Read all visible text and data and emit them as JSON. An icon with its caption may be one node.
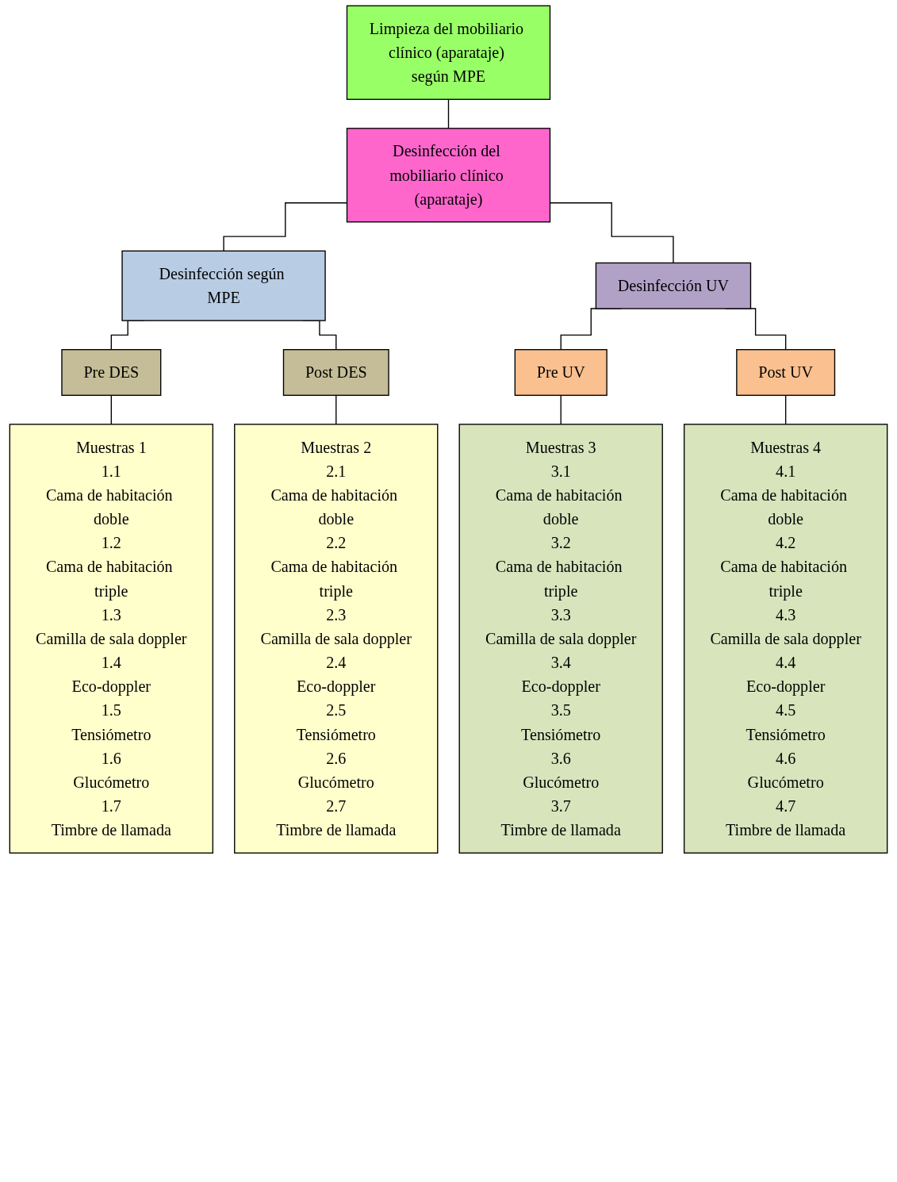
{
  "diagram": {
    "nodes": [
      {
        "text": [
          "Limpieza del mobiliario clínico (aparataje) según MPE"
        ]
      },
      {
        "text": [
          "Desinfección del mobiliario clínico (aparataje)"
        ]
      },
      {
        "text": [
          "Desinfección según MPE"
        ]
      },
      {
        "text": [
          "Desinfección UV"
        ]
      },
      {
        "text": [
          "Pre DES"
        ]
      },
      {
        "text": [
          "Post DES"
        ]
      },
      {
        "text": [
          "Pre UV"
        ]
      },
      {
        "text": [
          "Post UV"
        ]
      },
      {
        "text": [
          "Muestras 1",
          "1.1",
          "Cama de habitación doble",
          "1.2",
          "Cama de habitación triple",
          "1.3",
          "Camilla de sala doppler",
          "1.4",
          "Eco-doppler",
          "1.5",
          "Tensiómetro",
          "1.6",
          "Glucómetro",
          "1.7",
          "Timbre de llamada"
        ]
      },
      {
        "text": [
          "Muestras 2",
          "2.1",
          "Cama de habitación doble",
          "2.2",
          "Cama de habitación triple",
          "2.3",
          "Camilla de sala doppler",
          "2.4",
          "Eco-doppler",
          "2.5",
          "Tensiómetro",
          "2.6",
          "Glucómetro",
          "2.7",
          "Timbre de llamada"
        ]
      },
      {
        "text": [
          "Muestras 3",
          "3.1",
          "Cama de habitación doble",
          "3.2",
          "Cama de habitación triple",
          "3.3",
          "Camilla de sala doppler",
          "3.4",
          "Eco-doppler",
          "3.5",
          "Tensiómetro",
          "3.6",
          "Glucómetro",
          "3.7",
          "Timbre de llamada"
        ]
      },
      {
        "text": [
          "Muestras 4",
          "4.1",
          "Cama de habitación doble",
          "4.2",
          "Cama de habitación triple",
          "4.3",
          "Camilla de sala doppler",
          "4.4",
          "Eco-doppler",
          "4.5",
          "Tensiómetro",
          "4.6",
          "Glucómetro",
          "4.7",
          "Timbre de llamada"
        ]
      }
    ],
    "edges": [
      {
        "from": 0,
        "to": 1,
        "arrow": "none"
      },
      {
        "from": 1,
        "to": 2,
        "arrow": "none"
      },
      {
        "from": 1,
        "to": 3,
        "arrow": "none"
      },
      {
        "from": 2,
        "to": 4,
        "arrow": "none"
      },
      {
        "from": 2,
        "to": 5,
        "arrow": "none"
      },
      {
        "from": 3,
        "to": 6,
        "arrow": "none"
      },
      {
        "from": 3,
        "to": 7,
        "arrow": "none"
      },
      {
        "from": 4,
        "to": 8,
        "arrow": "none"
      },
      {
        "from": 5,
        "to": 9,
        "arrow": "none"
      },
      {
        "from": 6,
        "to": 10,
        "arrow": "none"
      },
      {
        "from": 7,
        "to": 11,
        "arrow": "none"
      }
    ]
  }
}
